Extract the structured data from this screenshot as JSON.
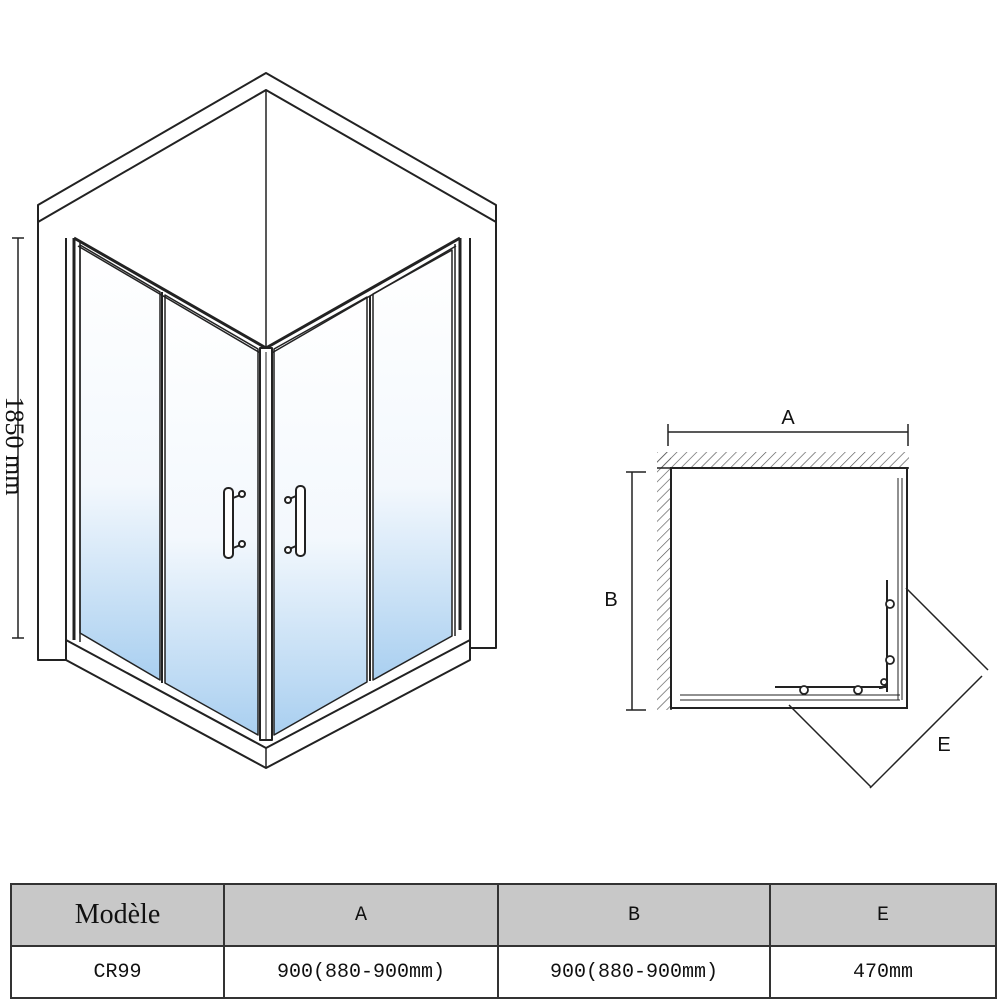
{
  "iso_view": {
    "height_label": "1850 mm"
  },
  "plan_view": {
    "label_a": "A",
    "label_b": "B",
    "label_e": "E"
  },
  "spec_table": {
    "headers": [
      "Modèle",
      "A",
      "B",
      "E"
    ],
    "rows": [
      [
        "CR99",
        "900(880-900mm)",
        "900(880-900mm)",
        "470mm"
      ]
    ]
  },
  "colors": {
    "glass_top": "#ffffff",
    "glass_bottom": "#a9cff0",
    "line": "#222222",
    "header_bg": "#c8c8c8"
  }
}
